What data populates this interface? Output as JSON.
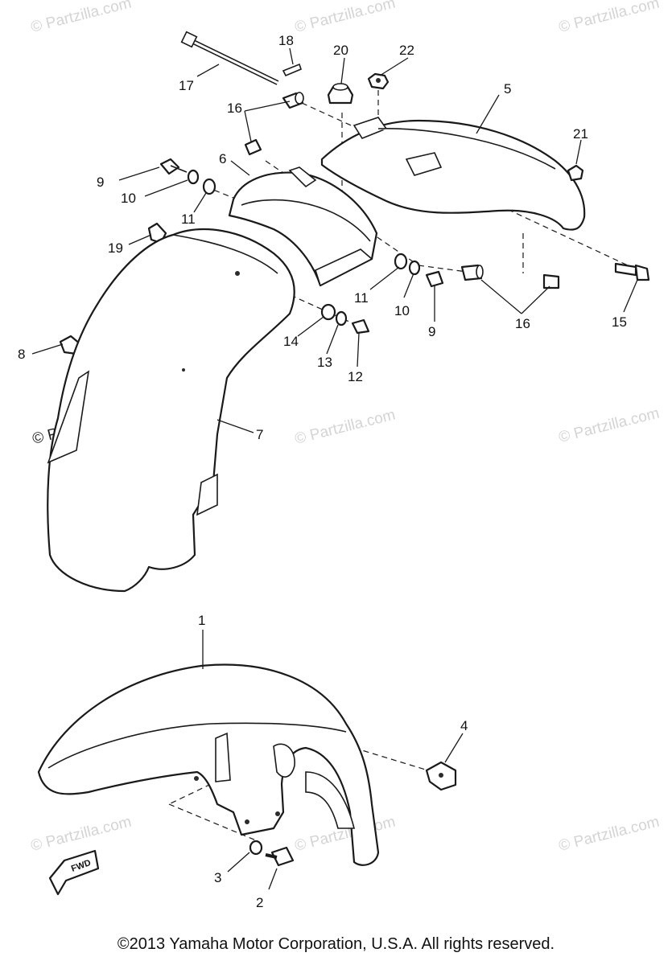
{
  "watermark": {
    "text": "© Partzilla.com",
    "brand": "Partzilla"
  },
  "callouts": {
    "c1": "1",
    "c2": "2",
    "c3": "3",
    "c4": "4",
    "c5": "5",
    "c6": "6",
    "c7": "7",
    "c8": "8",
    "c9a": "9",
    "c9b": "9",
    "c10a": "10",
    "c10b": "10",
    "c11a": "11",
    "c11b": "11",
    "c12": "12",
    "c13": "13",
    "c14": "14",
    "c15": "15",
    "c16a": "16",
    "c16b": "16",
    "c17": "17",
    "c18": "18",
    "c19": "19",
    "c20": "20",
    "c21": "21",
    "c22": "22"
  },
  "fwd_label": "FWD",
  "copyright": "©2013 Yamaha Motor Corporation, U.S.A. All rights reserved."
}
